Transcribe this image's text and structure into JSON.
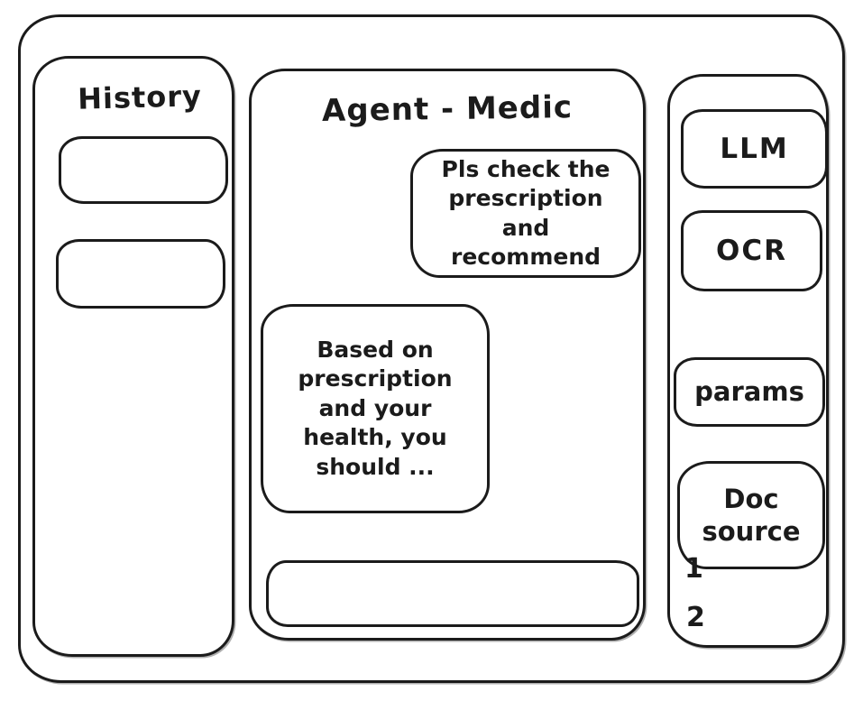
{
  "app": {
    "background": "#ffffff",
    "ink_color": "#1b1b1b"
  },
  "history_panel": {
    "title": "History",
    "items": [
      {
        "label": ""
      },
      {
        "label": ""
      }
    ]
  },
  "chat_panel": {
    "title": "Agent - Medic",
    "messages": [
      {
        "role": "user",
        "text": "Pls check the prescription and recommend"
      },
      {
        "role": "assistant",
        "text": "Based on prescription and your health, you should ..."
      }
    ],
    "input": {
      "value": "",
      "placeholder": ""
    }
  },
  "tools_panel": {
    "llm_label": "LLM",
    "ocr_label": "OCR",
    "params_label": "params",
    "doc_source_label": "Doc source",
    "doc_source_items": [
      "1",
      "2"
    ]
  }
}
